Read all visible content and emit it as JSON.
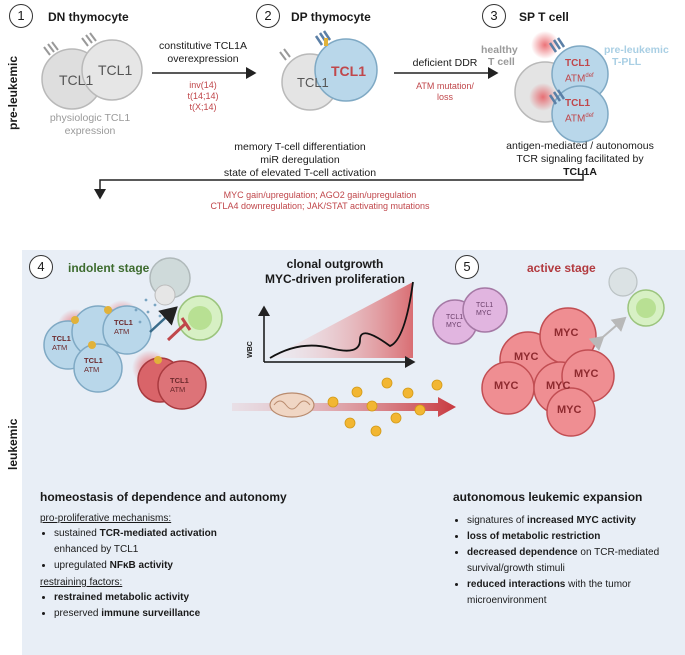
{
  "side_labels": {
    "pre": "pre-leukemic",
    "leuk": "leukemic"
  },
  "steps": [
    {
      "num": "1",
      "title": "DN thymocyte"
    },
    {
      "num": "2",
      "title": "DP thymocyte"
    },
    {
      "num": "3",
      "title": "SP T cell"
    },
    {
      "num": "4",
      "title": "indolent stage"
    },
    {
      "num": "5",
      "title": "active stage"
    }
  ],
  "cells": {
    "tcl1": "TCL1",
    "atm": "ATM",
    "def": "def",
    "myc": "MYC"
  },
  "physio": [
    "physiologic TCL1",
    "expression"
  ],
  "constitutive": [
    "constitutive TCL1A",
    "overexpression"
  ],
  "translocations": [
    "inv(14)",
    "t(14;14)",
    "t(X;14)"
  ],
  "deficient_ddr": "deficient DDR",
  "atm_mutation": [
    "ATM mutation/",
    "loss"
  ],
  "healthy_tcell": [
    "healthy",
    "T cell"
  ],
  "preleukemic_tpll": [
    "pre-leukemic",
    "T-PLL"
  ],
  "antigen_text": [
    "antigen-mediated / autonomous",
    "TCR signaling facilitated by"
  ],
  "antigen_bold": "TCL1A",
  "memory_lines": [
    "memory T-cell differentiation",
    "miR deregulation",
    "state of elevated T-cell activation"
  ],
  "red_lines": [
    "MYC gain/upregulation; AGO2 gain/upregulation",
    "CTLA4 downregulation; JAK/STAT activating mutations"
  ],
  "clonal": [
    "clonal outgrowth",
    "MYC-driven proliferation"
  ],
  "wbc": "WBC",
  "left_box": {
    "title": "homeostasis of dependence and autonomy",
    "pro_header": "pro-proliferative mechanisms:",
    "pro_items": [
      {
        "pre": "sustained ",
        "bold": "TCR-mediated activation",
        "post": ""
      },
      {
        "pre": "upregulated ",
        "bold": "NFκB activity",
        "post": ""
      }
    ],
    "enhanced": "enhanced by TCL1",
    "restrain_header": "restraining factors:",
    "restrain_items": [
      {
        "pre": "",
        "bold": "restrained metabolic activity",
        "post": ""
      },
      {
        "pre": "preserved ",
        "bold": "immune surveillance",
        "post": ""
      }
    ]
  },
  "right_box": {
    "title": "autonomous leukemic expansion",
    "items": [
      {
        "pre": "signatures of ",
        "bold": "increased MYC activity",
        "post": ""
      },
      {
        "pre": "",
        "bold": "loss of metabolic restriction",
        "post": ""
      },
      {
        "pre": "",
        "bold": "decreased dependence",
        "post": " on TCR-mediated"
      },
      {
        "pre": "",
        "bold": "reduced interactions",
        "post": " with the tumor"
      }
    ],
    "cont_3": "survival/growth stimuli",
    "cont_4": "microenvironment"
  },
  "colors": {
    "red": "#c0474b",
    "cell_blue": "#b7d4e6",
    "cell_grey": "#dcdcdc",
    "panel": "#e8eef6",
    "indolent_green": "#3d6b2e",
    "active_red": "#b23a3f"
  }
}
